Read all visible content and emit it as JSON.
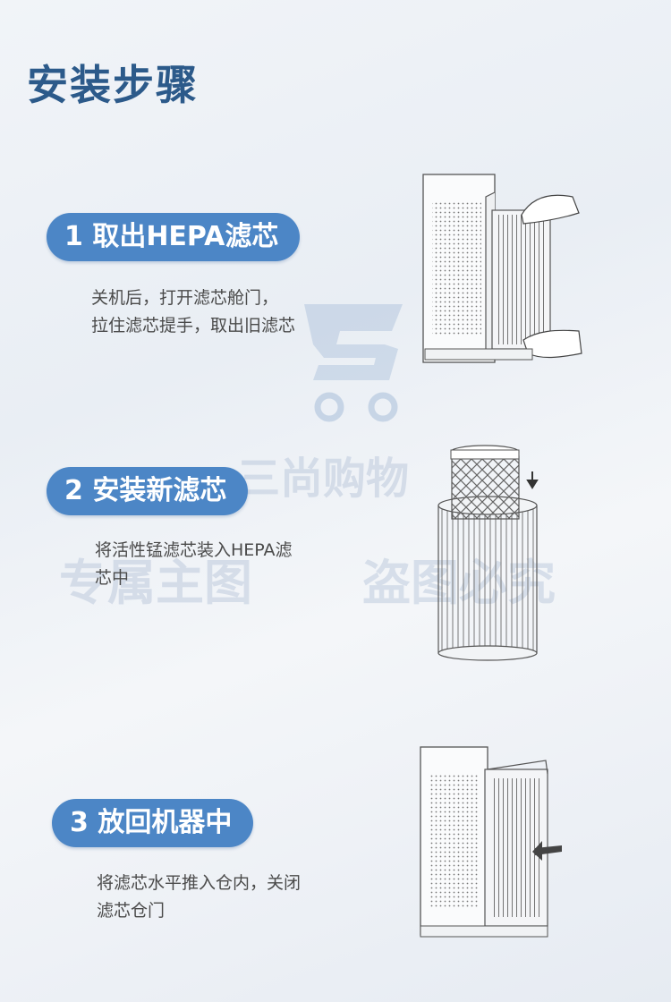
{
  "title": "安装步骤",
  "steps": [
    {
      "label": "1 取出HEPA滤芯",
      "lines": [
        "关机后，打开滤芯舱门，",
        "拉住滤芯提手，取出旧滤芯"
      ]
    },
    {
      "label": "2 安装新滤芯",
      "lines": [
        "将活性锰滤芯装入HEPA滤",
        "芯中"
      ]
    },
    {
      "label": "3 放回机器中",
      "lines": [
        "将滤芯水平推入仓内，关闭",
        "滤芯仓门"
      ]
    }
  ],
  "watermark": {
    "brand": "三尚购物",
    "left": "专属主图",
    "right": "盗图必究"
  },
  "colors": {
    "accent": "#4c86c6",
    "title": "#2c5a8a",
    "text": "#4a4a4a"
  }
}
